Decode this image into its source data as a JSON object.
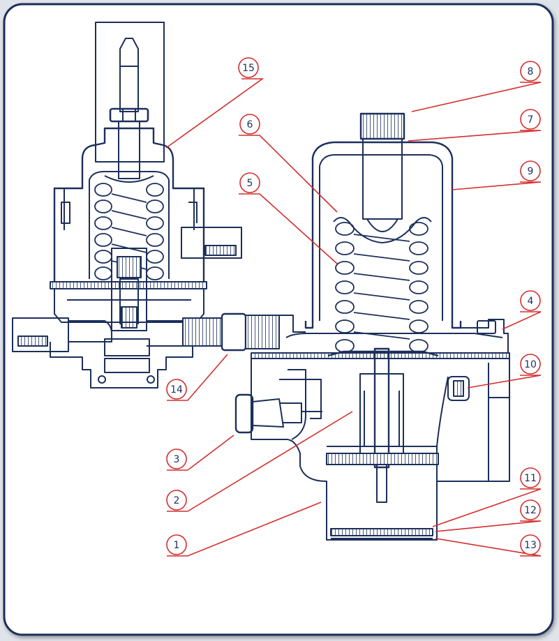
{
  "colors": {
    "frame_border": "#1c2f5a",
    "line": "#1c2f5a",
    "callout": "#d42d2d",
    "panel": "#ffffff"
  },
  "callouts": [
    {
      "id": "c1",
      "label": "1"
    },
    {
      "id": "c2",
      "label": "2"
    },
    {
      "id": "c3",
      "label": "3"
    },
    {
      "id": "c4",
      "label": "4"
    },
    {
      "id": "c5",
      "label": "5"
    },
    {
      "id": "c6",
      "label": "6"
    },
    {
      "id": "c7",
      "label": "7"
    },
    {
      "id": "c8",
      "label": "8"
    },
    {
      "id": "c9",
      "label": "9"
    },
    {
      "id": "c10",
      "label": "10"
    },
    {
      "id": "c11",
      "label": "11"
    },
    {
      "id": "c12",
      "label": "12"
    },
    {
      "id": "c13",
      "label": "13"
    },
    {
      "id": "c14",
      "label": "14"
    },
    {
      "id": "c15",
      "label": "15"
    }
  ]
}
